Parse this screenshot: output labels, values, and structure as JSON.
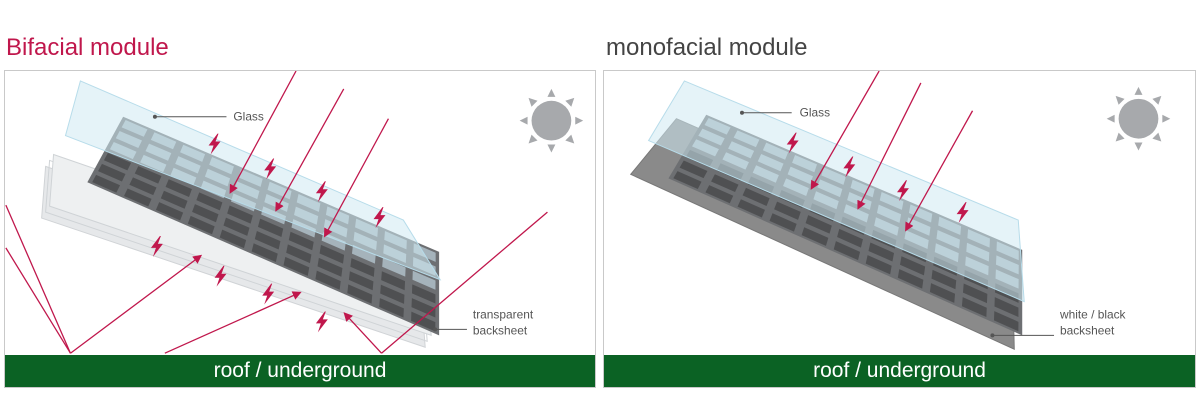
{
  "colors": {
    "accent": "#c0174c",
    "ground": "#0b6224",
    "title_mono": "#444444",
    "glass": "#cfe9f3",
    "cell_dark": "#4f5052",
    "cell_light": "#a5b3bb",
    "backsheet_gray": "#8a8a8a",
    "sun": "#a7a9ac"
  },
  "icons": [
    "sun-icon",
    "lightning-icon",
    "arrow-icon"
  ],
  "left_panel": {
    "title": "Bifacial module",
    "glass_label": "Glass",
    "backsheet_label_line1": "transparent",
    "backsheet_label_line2": "backsheet",
    "ground_label": "roof / underground"
  },
  "right_panel": {
    "title": "monofacial module",
    "glass_label": "Glass",
    "backsheet_label_line1": "white / black",
    "backsheet_label_line2": "backsheet",
    "ground_label": "roof / underground"
  }
}
